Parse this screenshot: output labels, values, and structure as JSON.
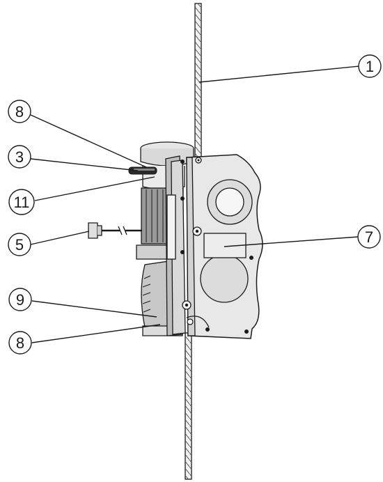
{
  "diagram": {
    "callouts": {
      "c1": "1",
      "c8_top": "8",
      "c3": "3",
      "c11": "11",
      "c5": "5",
      "c7": "7",
      "c9": "9",
      "c8_bottom": "8"
    },
    "colors": {
      "body_light": "#e6e6e6",
      "body_mid": "#cfcfcf",
      "body_dark": "#9a9a9a",
      "line": "#1a1a1a"
    }
  }
}
